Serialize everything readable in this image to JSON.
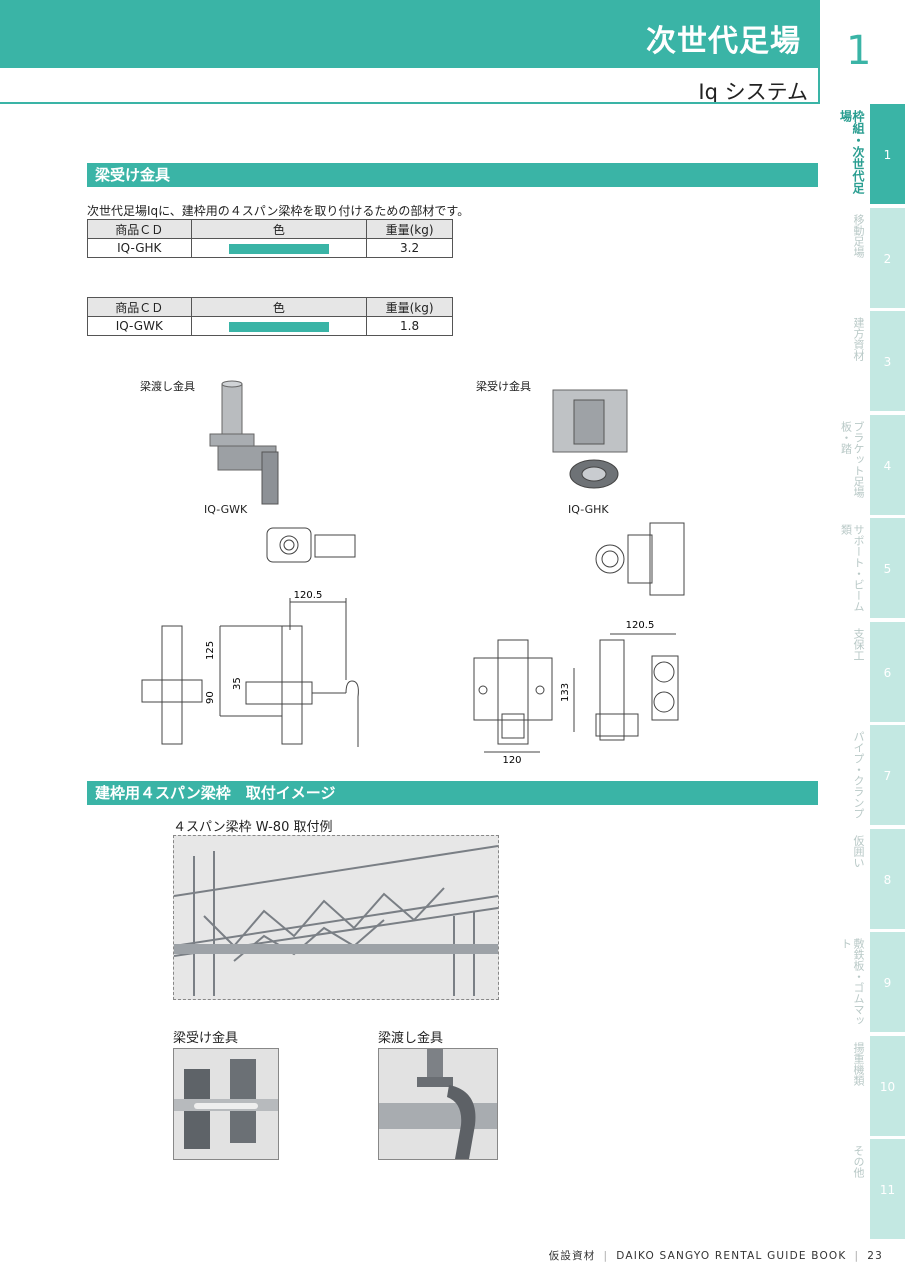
{
  "header": {
    "title": "次世代足場",
    "subtitle": "Iq システム",
    "chapter": "1"
  },
  "sidebar": [
    {
      "label": "枠組・次世代足場",
      "num": "1",
      "active": true
    },
    {
      "label": "移動足場",
      "num": "2"
    },
    {
      "label": "建方資材",
      "num": "3"
    },
    {
      "label": "ブラケット足場板・踏",
      "num": "4"
    },
    {
      "label": "サポート・ビーム類",
      "num": "5"
    },
    {
      "label": "支保工",
      "num": "6"
    },
    {
      "label": "パイプ・クランプ",
      "num": "7"
    },
    {
      "label": "仮囲い",
      "num": "8"
    },
    {
      "label": "敷鉄板・ゴムマット",
      "num": "9"
    },
    {
      "label": "揚重機類",
      "num": "10"
    },
    {
      "label": "その他",
      "num": "11"
    }
  ],
  "section1": {
    "title": "梁受け金具",
    "intro": "次世代足場Iqに、建枠用の４スパン梁枠を取り付けるための部材です。",
    "headers": [
      "商品ＣＤ",
      "色",
      "重量(kg)"
    ],
    "table1": {
      "code": "IQ-GHK",
      "weight": "3.2"
    },
    "table2": {
      "code": "IQ-GWK",
      "weight": "1.8"
    },
    "color_swatch": "#3ab4a6"
  },
  "figures": {
    "left_caption": "梁渡し金具",
    "right_caption": "梁受け金具",
    "left_code": "IQ-GWK",
    "right_code": "IQ-GHK",
    "dims_left": {
      "width": "120.5",
      "h1": "125",
      "h2": "90",
      "h3": "35"
    },
    "dims_right": {
      "width1": "120.5",
      "width2": "120",
      "height": "133"
    }
  },
  "section2": {
    "title": "建枠用４スパン梁枠　取付イメージ",
    "example_title": "４スパン梁枠 W-80 取付例",
    "photo_left_caption": "梁受け金具",
    "photo_right_caption": "梁渡し金具"
  },
  "footer": {
    "left": "仮設資材",
    "right": "DAIKO SANGYO RENTAL GUIDE BOOK",
    "page": "23"
  }
}
